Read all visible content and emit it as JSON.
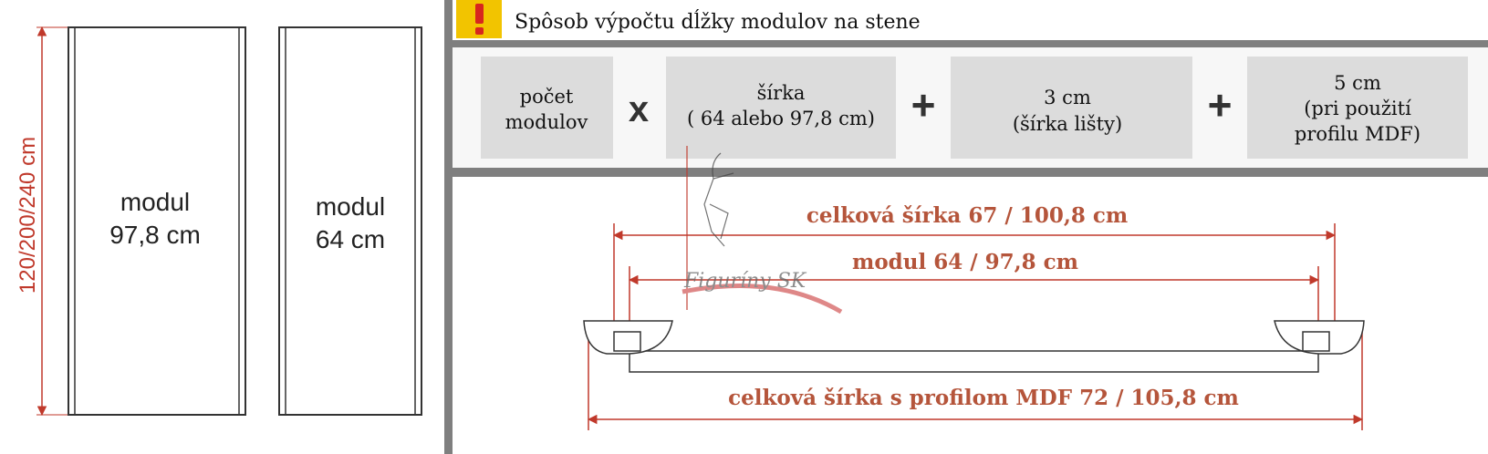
{
  "left_panel": {
    "height_label": "120/200/240 cm",
    "module_large": {
      "line1": "modul",
      "line2": "97,8 cm"
    },
    "module_small": {
      "line1": "modul",
      "line2": "64 cm"
    }
  },
  "right_panel": {
    "warning_icon": "exclamation-warning-icon",
    "title": "Spôsob výpočtu dĺžky modulov na stene",
    "formula": {
      "box1": [
        "počet",
        "modulov"
      ],
      "op1": "x",
      "box2": [
        "šírka",
        "( 64 alebo 97,8 cm)"
      ],
      "op2": "+",
      "box3": [
        "3 cm",
        "(šírka lišty)"
      ],
      "op3": "+",
      "box4": [
        "5 cm",
        "(pri použití",
        "profilu MDF)"
      ]
    },
    "dimensions": {
      "total_width": "celková šírka 67 / 100,8 cm",
      "module_width": "modul 64 / 97,8 cm",
      "total_width_mdf": "celková šírka s profilom MDF 72 / 105,8 cm"
    },
    "watermark": "Figuríny SK"
  },
  "colors": {
    "accent_text": "#b5553b",
    "dimension_line": "#c0392b",
    "box_fill": "#dcdcdc",
    "separator": "#7f7f7f",
    "warning_yellow": "#f2c400",
    "warning_red": "#d7261e"
  }
}
